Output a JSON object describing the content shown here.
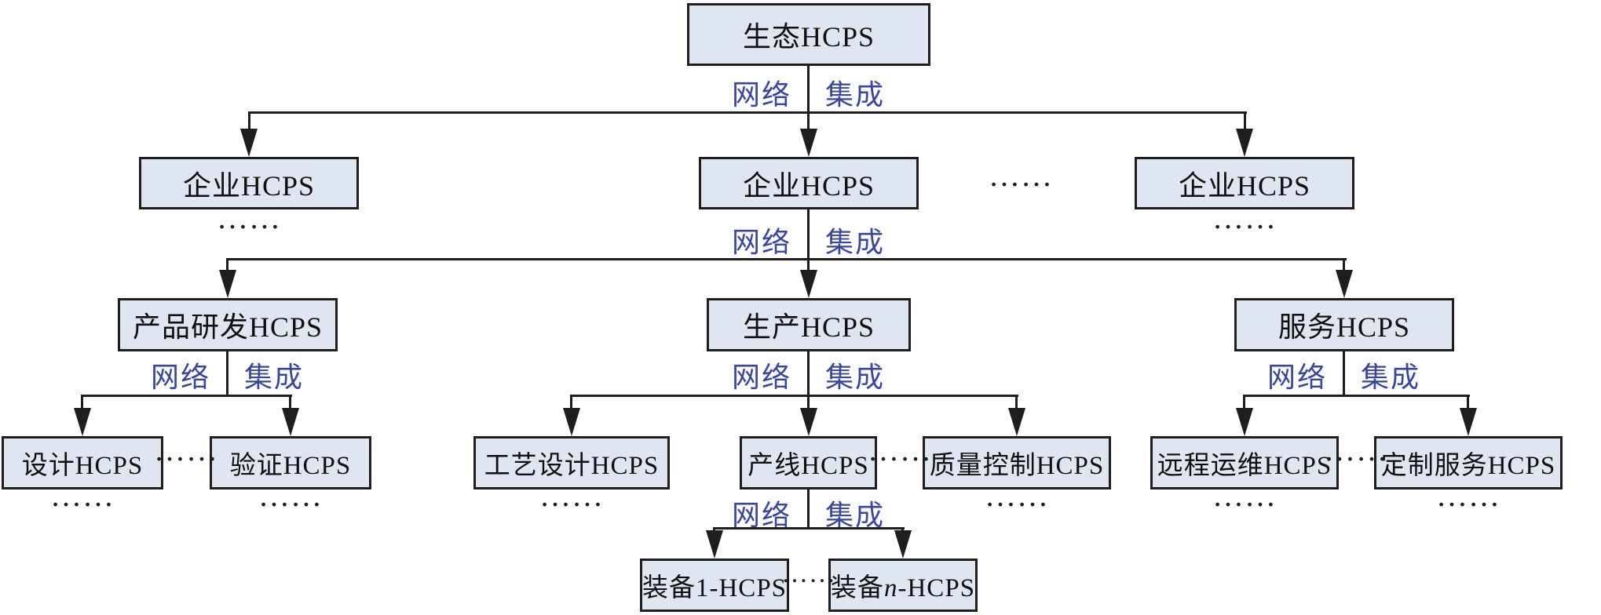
{
  "figure": {
    "colors": {
      "node_fill": "#dfe5f1",
      "node_border": "#1e1e1e",
      "connector_label_blue": "#3745a5"
    },
    "connector_labels": {
      "network": "网络",
      "integration": "集成"
    },
    "ellipsis": "……",
    "nodes": {
      "ecosystem": {
        "label": "生态HCPS"
      },
      "enterprise_left": {
        "label": "企业HCPS"
      },
      "enterprise_mid": {
        "label": "企业HCPS"
      },
      "enterprise_right": {
        "label": "企业HCPS"
      },
      "product_rd": {
        "label": "产品研发HCPS"
      },
      "production": {
        "label": "生产HCPS"
      },
      "service": {
        "label": "服务HCPS"
      },
      "design": {
        "label": "设计HCPS"
      },
      "verification": {
        "label": "验证HCPS"
      },
      "process_design": {
        "label": "工艺设计HCPS"
      },
      "production_line": {
        "label": "产线HCPS"
      },
      "quality_control": {
        "label": "质量控制HCPS"
      },
      "remote_om": {
        "label": "远程运维HCPS"
      },
      "custom_service": {
        "label": "定制服务HCPS"
      },
      "equipment_1": {
        "prefix": "装备",
        "index": "1",
        "suffix": "-HCPS"
      },
      "equipment_n": {
        "prefix": "装备",
        "index": "n",
        "suffix": "-HCPS"
      }
    }
  }
}
